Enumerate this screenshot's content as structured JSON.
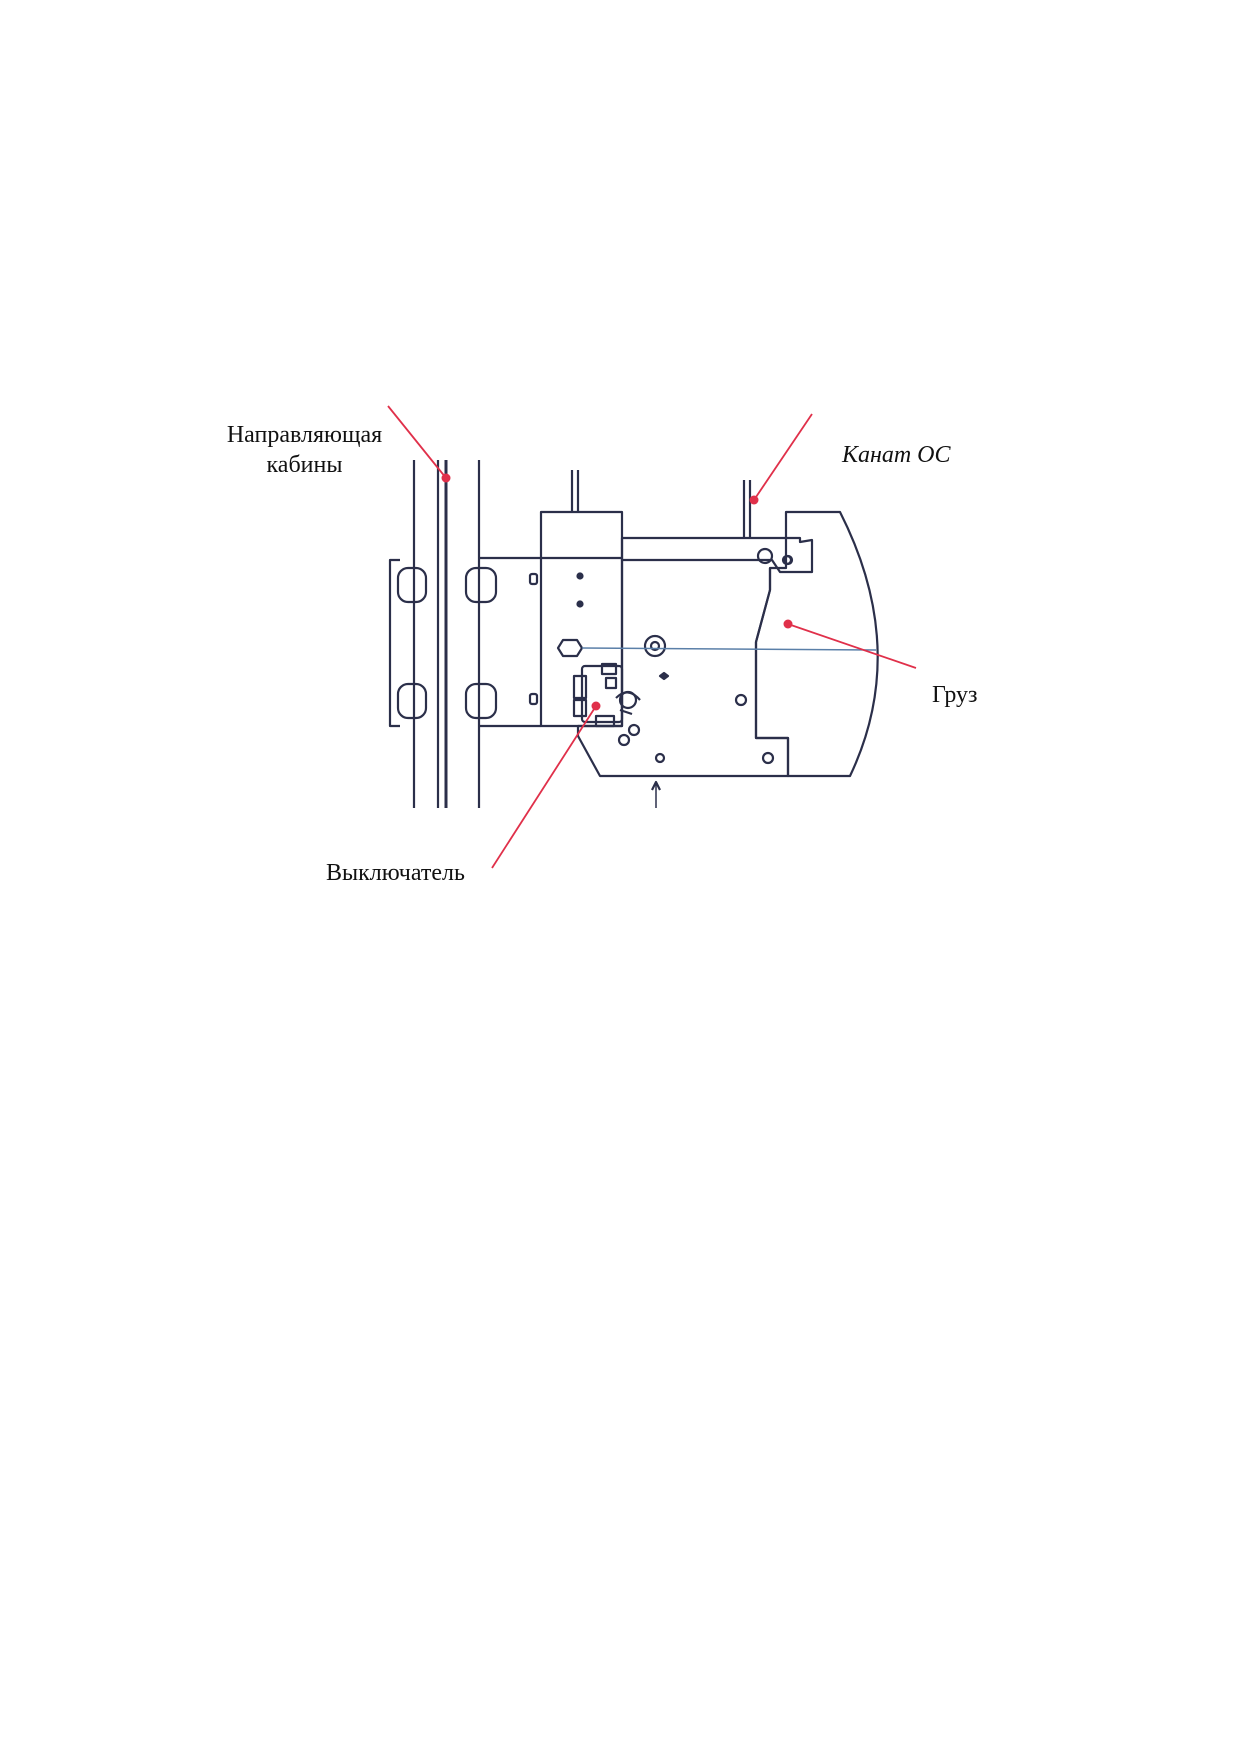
{
  "labels": {
    "guide_rail_line1": "Направляющая",
    "guide_rail_line2": "кабины",
    "governor_rope": "Канат ОС",
    "weight": "Груз",
    "switch": "Выключатель"
  },
  "colors": {
    "drawing_lines": "#2b2f4a",
    "leader_lines": "#e0304a",
    "leader_dots": "#e0304a",
    "text": "#111111",
    "background": "#ffffff"
  }
}
